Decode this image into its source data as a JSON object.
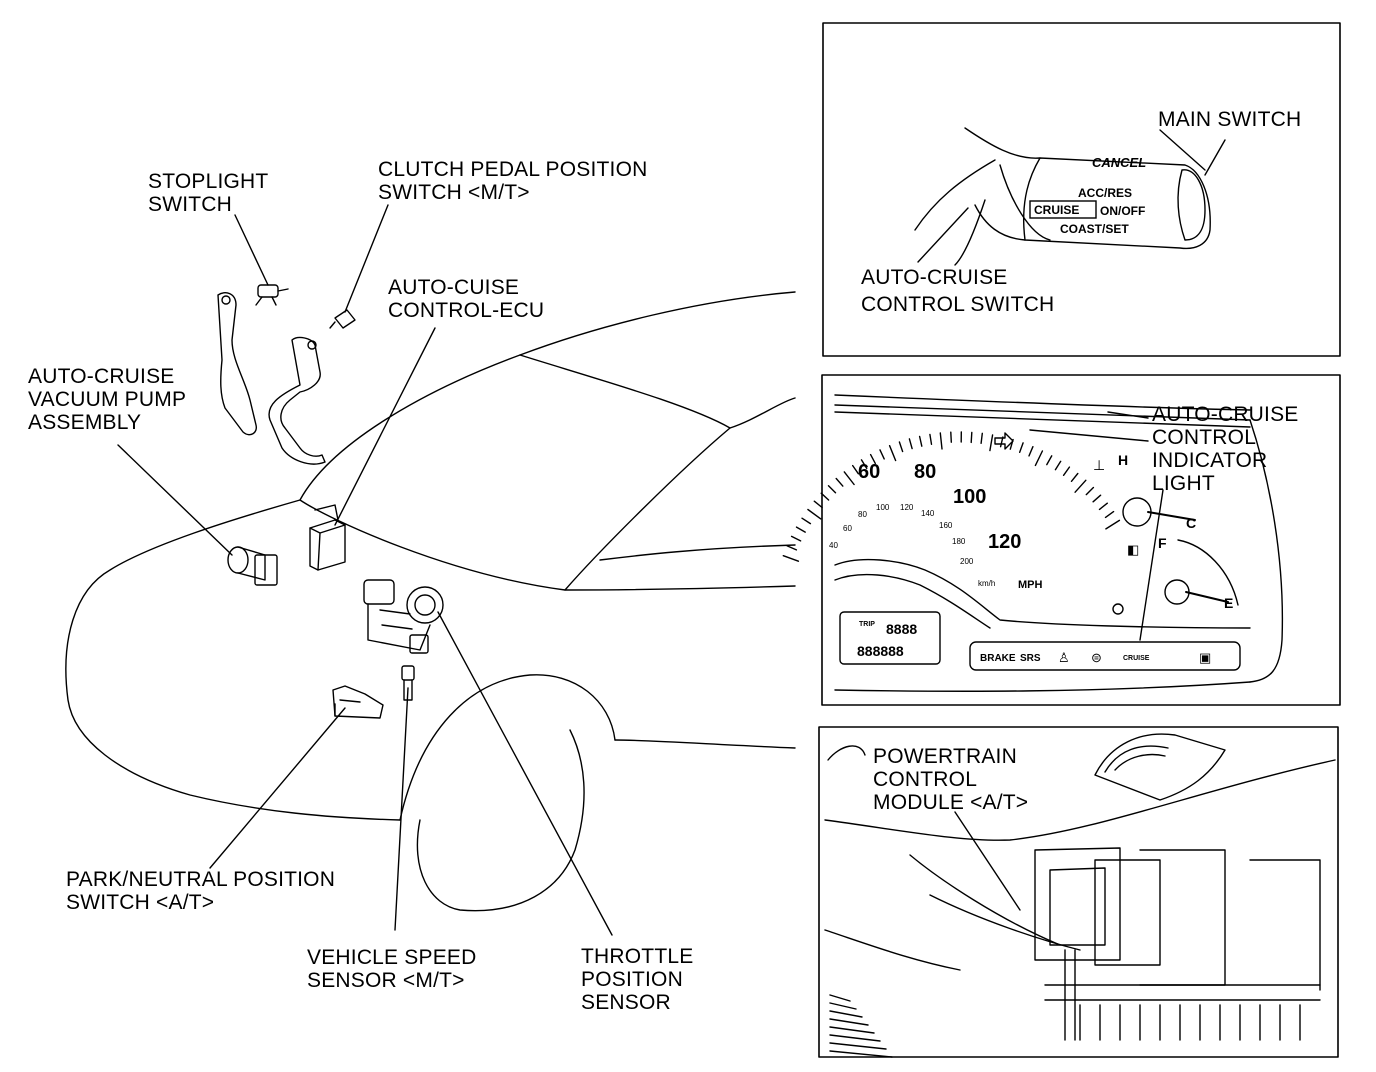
{
  "labels": {
    "stoplight_switch": [
      "STOPLIGHT",
      "SWITCH"
    ],
    "clutch_switch": [
      "CLUTCH PEDAL POSITION",
      "SWITCH <M/T>"
    ],
    "ecu": [
      "AUTO-CUISE",
      "CONTROL-ECU"
    ],
    "vacuum_pump": [
      "AUTO-CRUISE",
      "VACUUM PUMP",
      "ASSEMBLY"
    ],
    "park_neutral": [
      "PARK/NEUTRAL POSITION",
      "SWITCH <A/T>"
    ],
    "vehicle_speed": [
      "VEHICLE SPEED",
      "SENSOR <M/T>"
    ],
    "throttle": [
      "THROTTLE",
      "POSITION",
      "SENSOR"
    ],
    "main_switch": [
      "MAIN SWITCH"
    ],
    "control_switch": [
      "AUTO-CRUISE",
      "CONTROL SWITCH"
    ],
    "indicator": [
      "AUTO-CRUISE",
      "CONTROL",
      "INDICATOR",
      "LIGHT"
    ],
    "pcm": [
      "POWERTRAIN",
      "CONTROL",
      "MODULE <A/T>"
    ]
  },
  "switch_panel": {
    "cancel": "CANCEL",
    "acc_res": "ACC/RES",
    "cruise": "CRUISE",
    "on_off": "ON/OFF",
    "coast_set": "COAST/SET"
  },
  "cluster": {
    "mph_ticks": [
      "60",
      "80",
      "100",
      "120"
    ],
    "kmh_ticks": [
      "40",
      "60",
      "80",
      "100",
      "120",
      "140",
      "160",
      "180",
      "200"
    ],
    "kmh_unit": "km/h",
    "mph_unit": "MPH",
    "temp_h": "H",
    "temp_c": "C",
    "fuel_f": "F",
    "fuel_e": "E",
    "trip": "TRIP",
    "odo_top": "8888",
    "odo_bottom": "888888",
    "warnings": [
      "BRAKE",
      "SRS",
      "CRUISE"
    ]
  }
}
